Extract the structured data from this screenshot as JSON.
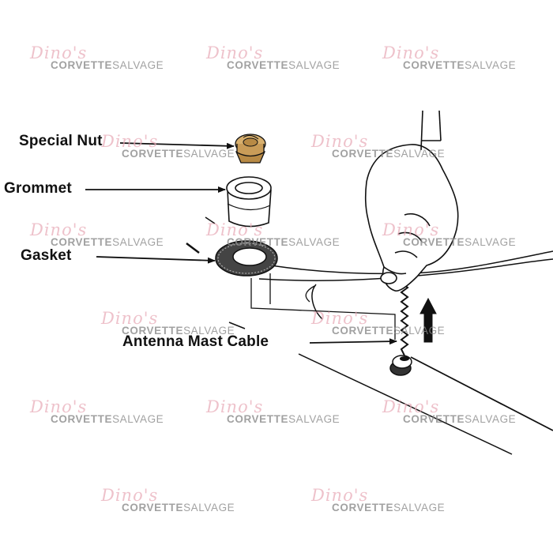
{
  "diagram": {
    "labels": {
      "special_nut": "Special Nut",
      "grommet": "Grommet",
      "gasket": "Gasket",
      "antenna_mast_cable": "Antenna Mast Cable"
    }
  },
  "colors": {
    "line": "#111111",
    "nut_brass": "#d8b06e",
    "nut_shadow": "#b88a45",
    "watermark_script": "#e8a9b6",
    "watermark_text": "#8a8a8a"
  },
  "watermark": {
    "script": "Dino's",
    "brand_bold": "CORVETTE",
    "brand_regular": "SALVAGE"
  }
}
